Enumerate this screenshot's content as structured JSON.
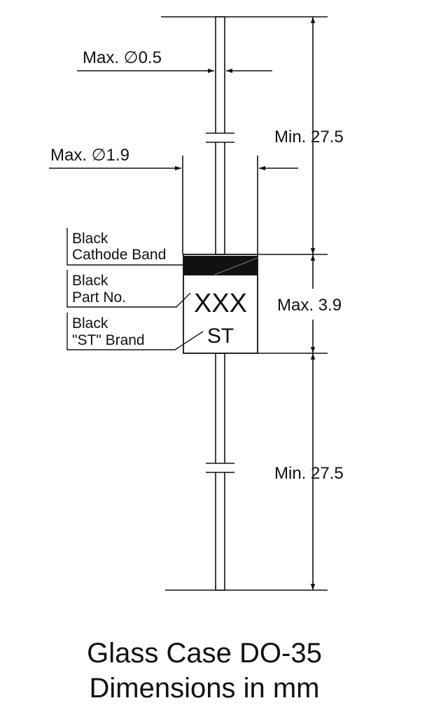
{
  "dims": {
    "lead_diameter": "Max. ∅0.5",
    "body_diameter": "Max. ∅1.9",
    "top_lead_length": "Min. 27.5",
    "body_length": "Max. 3.9",
    "bottom_lead_length": "Min. 27.5"
  },
  "callouts": {
    "cathode_band": [
      "Black",
      "Cathode Band"
    ],
    "part_no": [
      "Black",
      "Part No."
    ],
    "brand": [
      "Black",
      "\"ST\" Brand"
    ]
  },
  "body_marks": {
    "part_no": "XXX",
    "brand": "ST"
  },
  "caption": {
    "line1": "Glass Case DO-35",
    "line2": "Dimensions in mm"
  },
  "colors": {
    "line": "#111111",
    "band": "#111111",
    "background": "#ffffff"
  }
}
